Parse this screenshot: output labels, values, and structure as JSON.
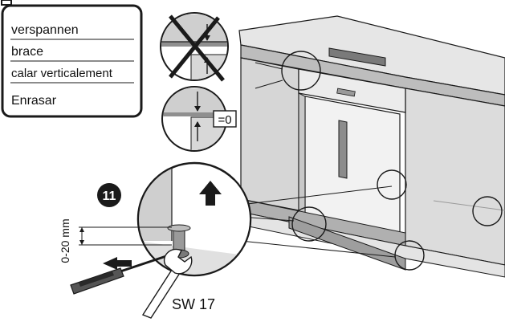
{
  "legend": {
    "lines": [
      "verspannen",
      "brace",
      "calar verticalement",
      "Enrasar"
    ]
  },
  "step_number": "11",
  "zero_gap_label": "=0",
  "height_range_label": "0-20 mm",
  "wrench_size_label": "SW 17",
  "colors": {
    "outline": "#1a1a1a",
    "shade_light": "#d9d9d9",
    "shade_mid": "#b9b9b9",
    "shade_dark": "#8c8c8c",
    "background": "#ffffff"
  }
}
